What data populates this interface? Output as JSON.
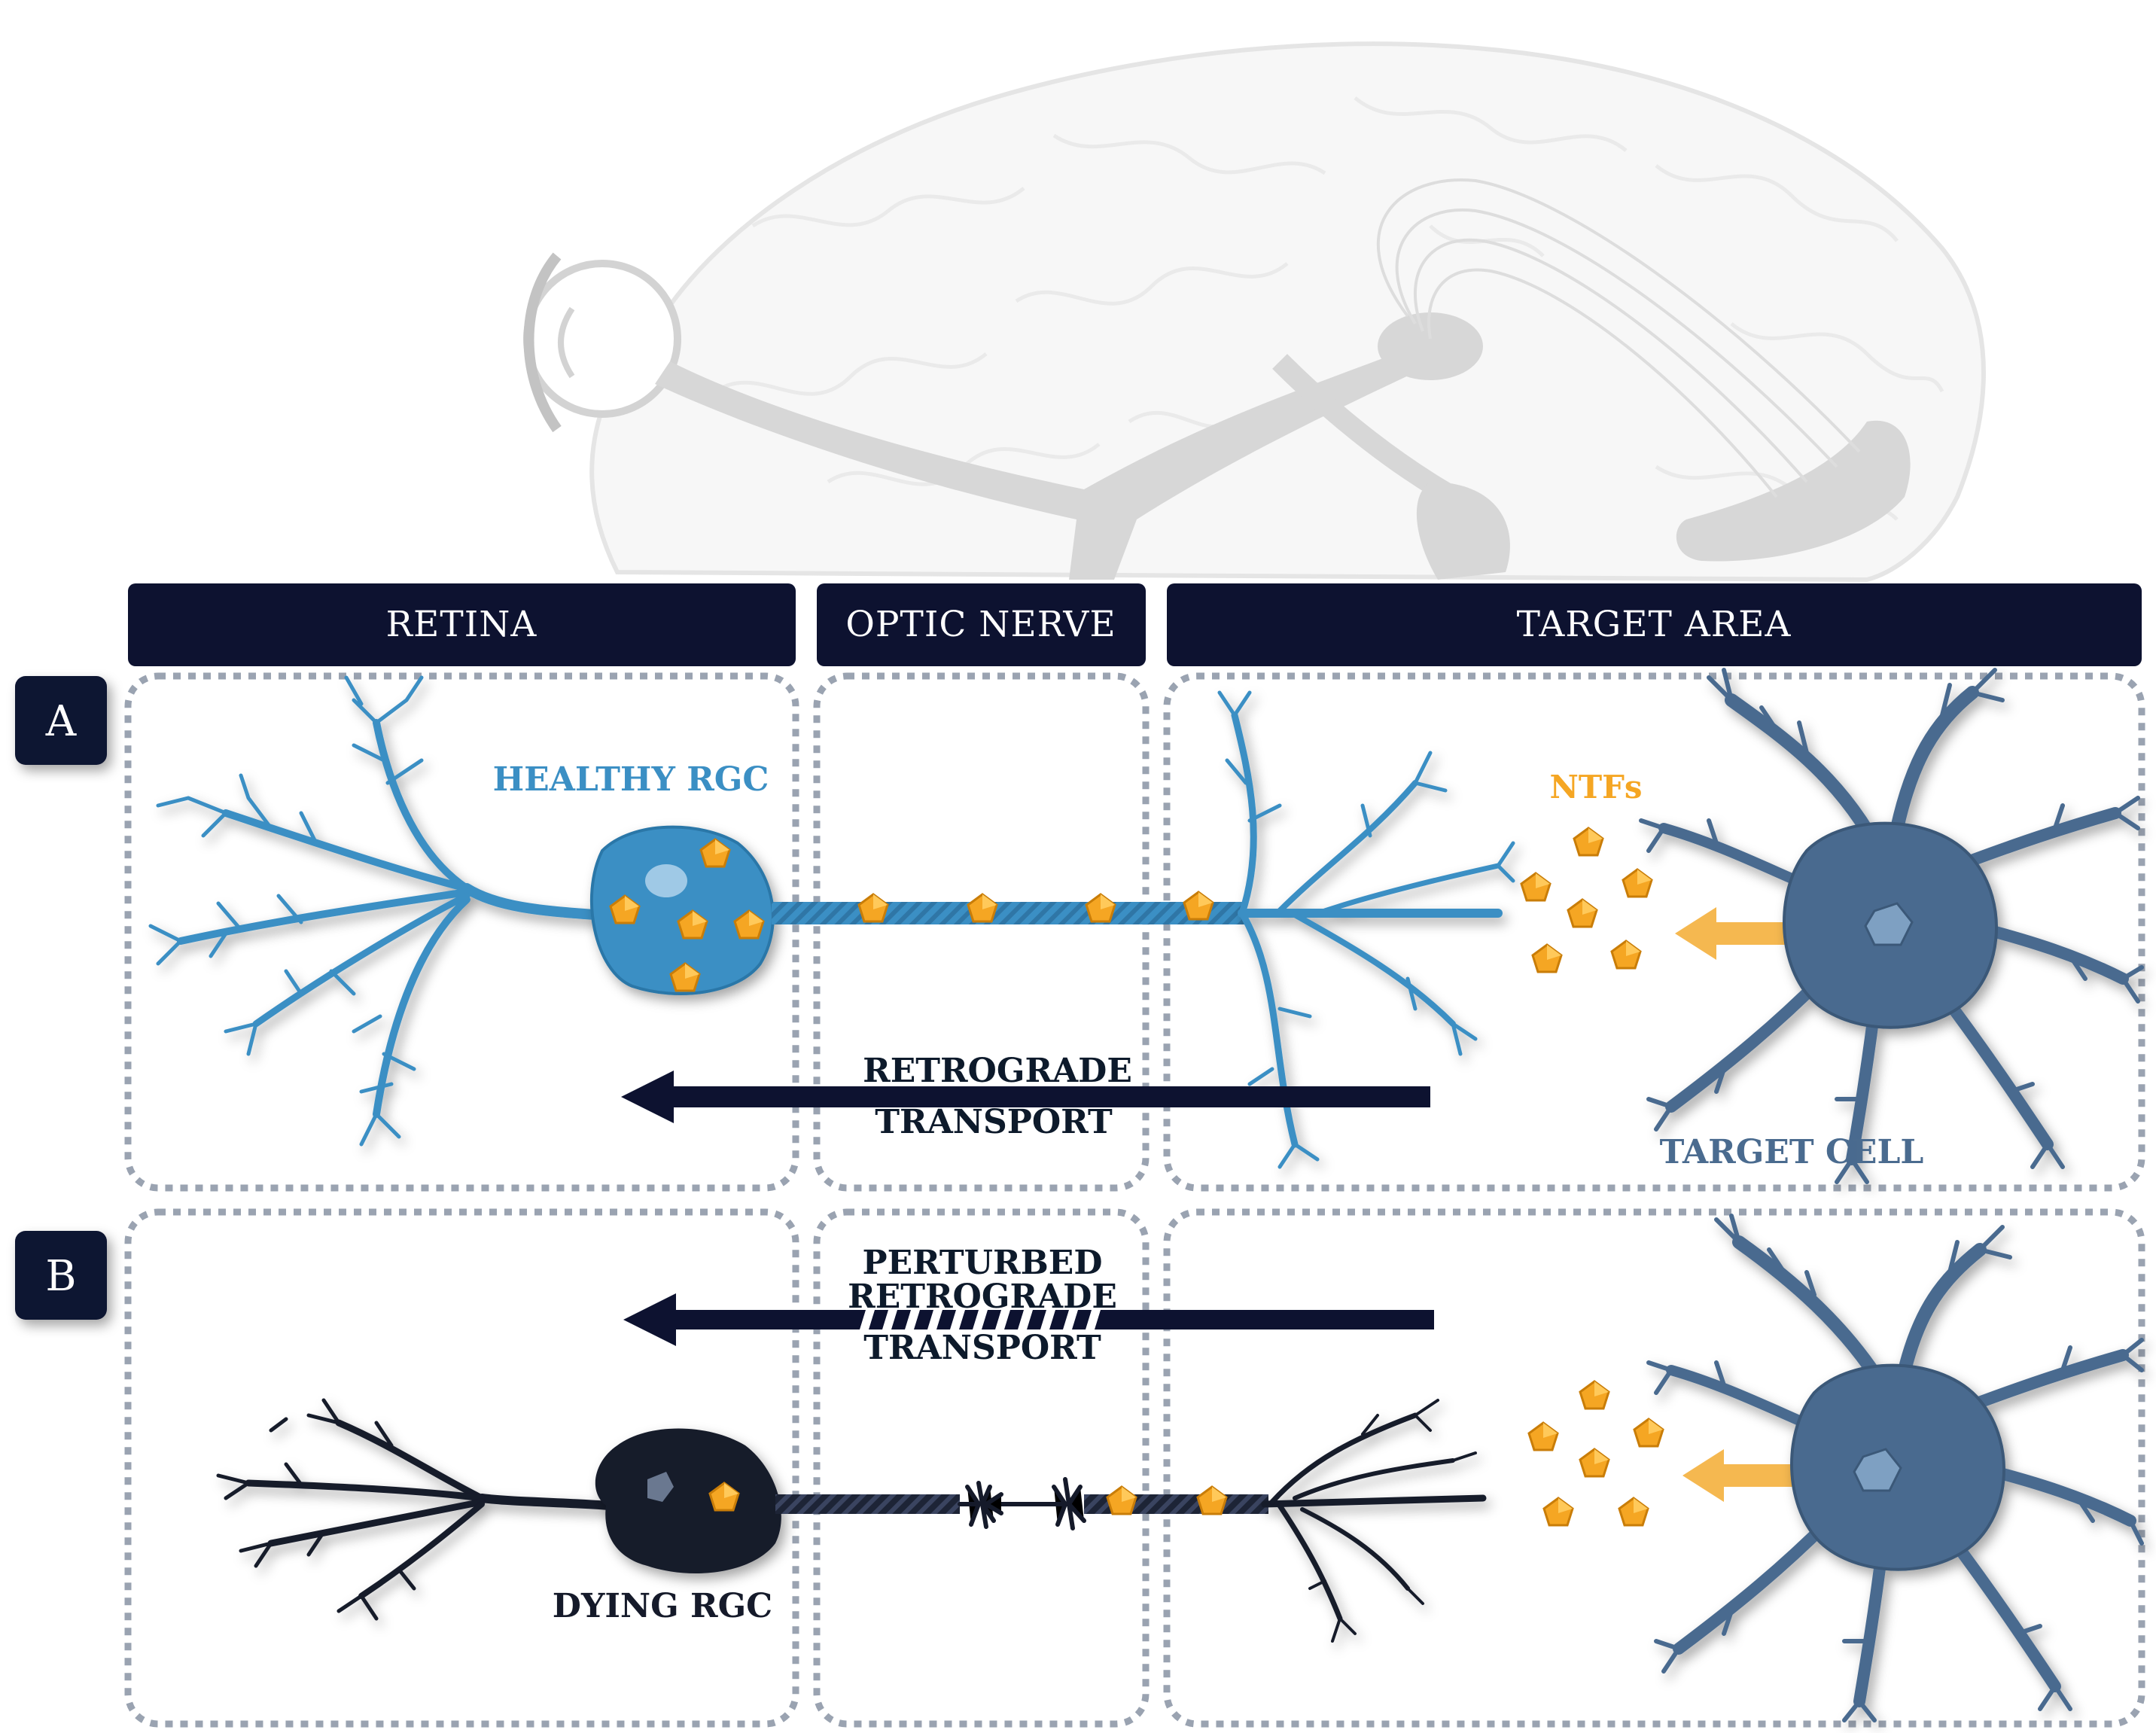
{
  "headers": {
    "retina": "RETINA",
    "optic_nerve": "OPTIC NERVE",
    "target_area": "TARGET AREA"
  },
  "rows": {
    "a": "A",
    "b": "B"
  },
  "panel_a": {
    "healthy_rgc": "HEALTHY RGC",
    "ntfs": "NTFs",
    "transport_line1": "RETROGRADE",
    "transport_line2": "TRANSPORT",
    "target_cell": "TARGET CELL"
  },
  "panel_b": {
    "transport_line1": "PERTURBED",
    "transport_line2": "RETROGRADE",
    "transport_line3": "TRANSPORT",
    "dying_rgc": "DYING RGC"
  },
  "colors": {
    "header_bg": "#0d1230",
    "healthy_blue": "#3b8fc4",
    "ntf_orange": "#f5a623",
    "target_cell": "#4a6b8f",
    "dying_dark": "#151a2a",
    "arrow_dark": "#0d1230",
    "dashed_border": "#9aa3b1"
  }
}
